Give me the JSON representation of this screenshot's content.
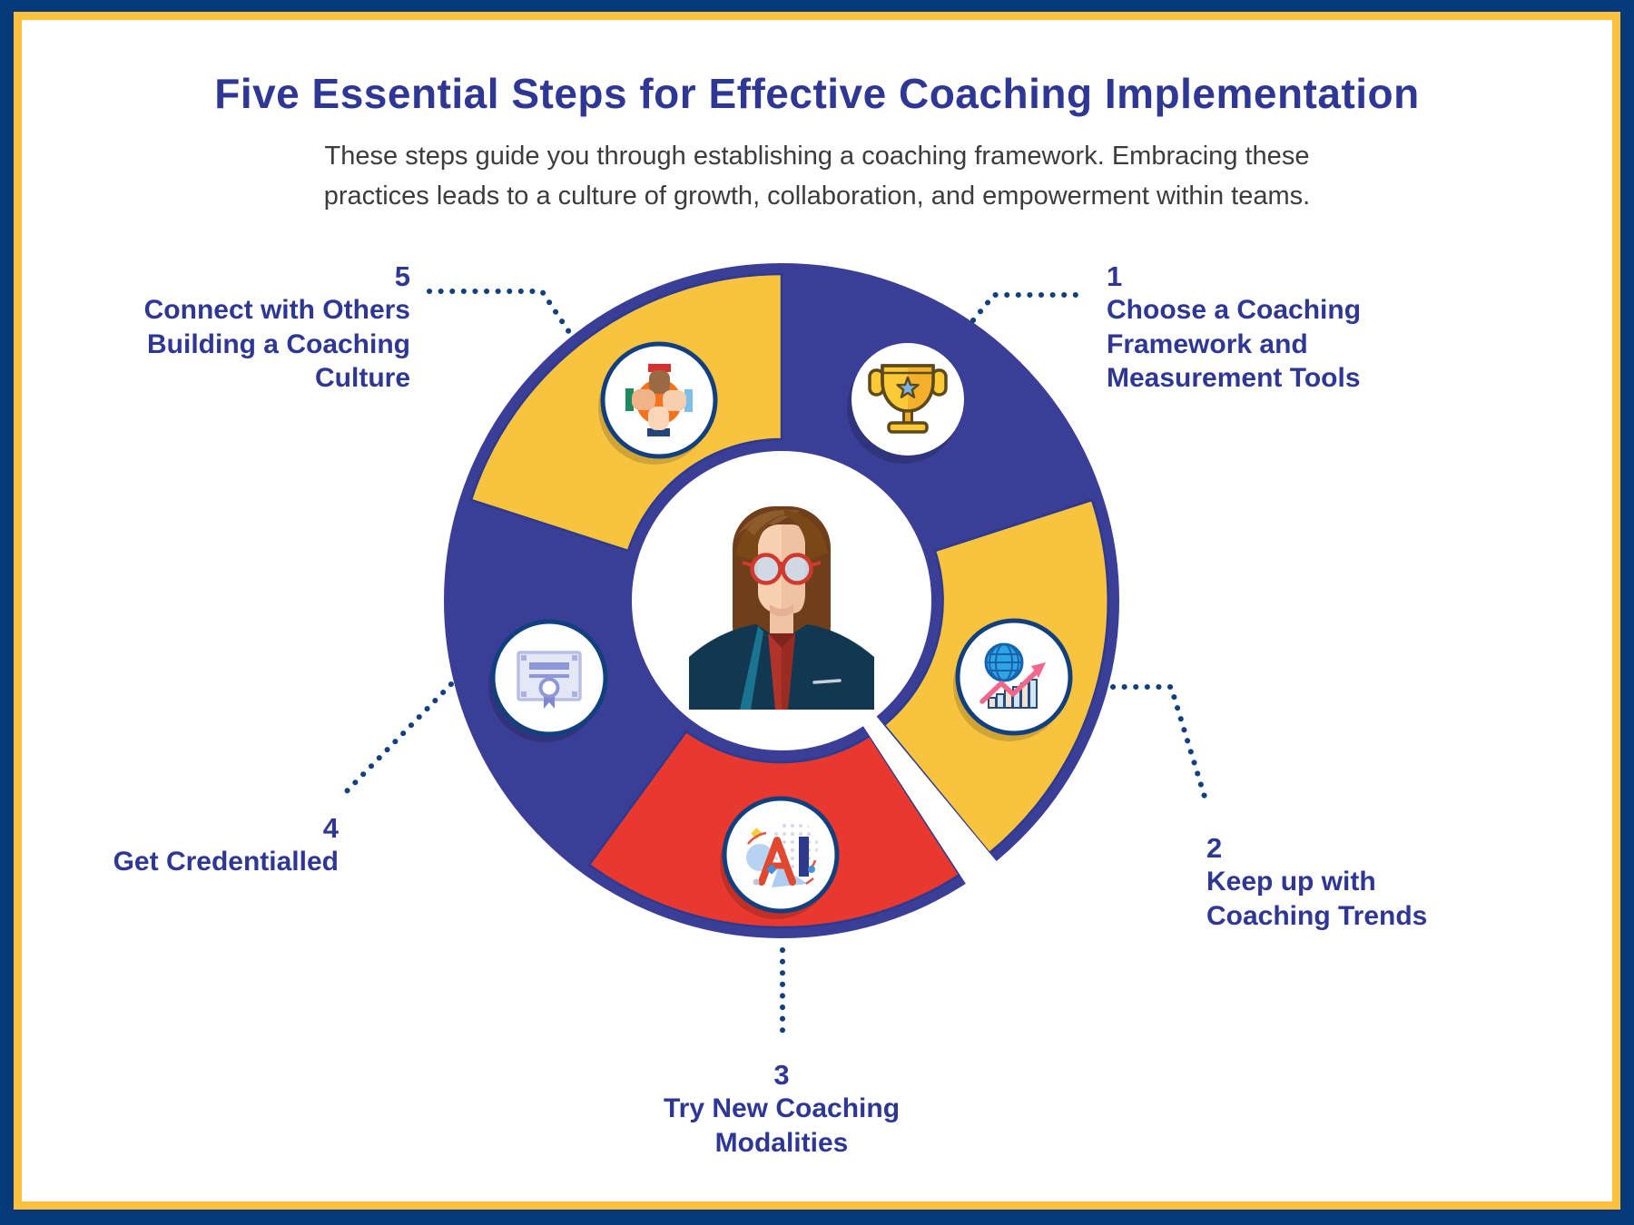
{
  "page": {
    "title": "Five Essential Steps for Effective Coaching Implementation",
    "subtitle_lines": [
      "These steps guide you through establishing a coaching framework. Embracing these",
      "practices leads to a culture of growth, collaboration, and empowerment within teams."
    ]
  },
  "steps": [
    {
      "number": "1",
      "lines": [
        "Choose a Coaching",
        "Framework and",
        "Measurement Tools"
      ],
      "icon": "trophy-icon",
      "segment_color": "#3a3e96"
    },
    {
      "number": "2",
      "lines": [
        "Keep up with",
        "Coaching Trends"
      ],
      "icon": "globe-growth-chart-icon",
      "segment_color": "#f8c440"
    },
    {
      "number": "3",
      "lines": [
        "Try New Coaching",
        "Modalities"
      ],
      "icon": "ai-icon",
      "segment_color": "#e8382f"
    },
    {
      "number": "4",
      "lines": [
        "Get Credentialled"
      ],
      "icon": "certificate-icon",
      "segment_color": "#3a3e96"
    },
    {
      "number": "5",
      "lines": [
        "Connect with Others",
        "Building a Coaching",
        "Culture"
      ],
      "icon": "hands-together-icon",
      "segment_color": "#f8c440"
    }
  ],
  "center": {
    "figure": "coach-avatar"
  },
  "colors": {
    "accent_indigo": "#2f3795",
    "segment_blue": "#3a3e96",
    "segment_yellow": "#f8c440",
    "segment_red": "#e8382f",
    "border_navy": "#12407e",
    "frame_navy": "#05397a",
    "frame_gold": "#fdc13e",
    "subtitle_gray": "#3c3c3c"
  }
}
